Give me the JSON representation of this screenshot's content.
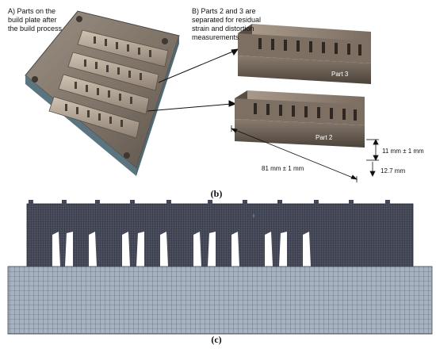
{
  "figure_b": {
    "label_a": "A) Parts on the build plate after the build process",
    "label_a_lines": [
      "A) Parts on the",
      "build plate after",
      "the build process"
    ],
    "label_b_lines": [
      "B) Parts 2 and 3 are",
      "separated for residual",
      "strain and distortion",
      "measurements"
    ],
    "part3_label": "Part 3",
    "part2_label": "Part 2",
    "height_dim": "11 mm ± 1 mm",
    "width_dim": "12.7 mm",
    "length_dim": "81 mm ± 1 mm",
    "caption": "(b)"
  },
  "figure_c": {
    "caption": "(c)"
  },
  "colors": {
    "plate": "#8b8175",
    "part_metal": "#6f6257",
    "mesh_part": "#3e4250",
    "mesh_base": "#a8b4c2",
    "mesh_line": "#1f2430"
  }
}
